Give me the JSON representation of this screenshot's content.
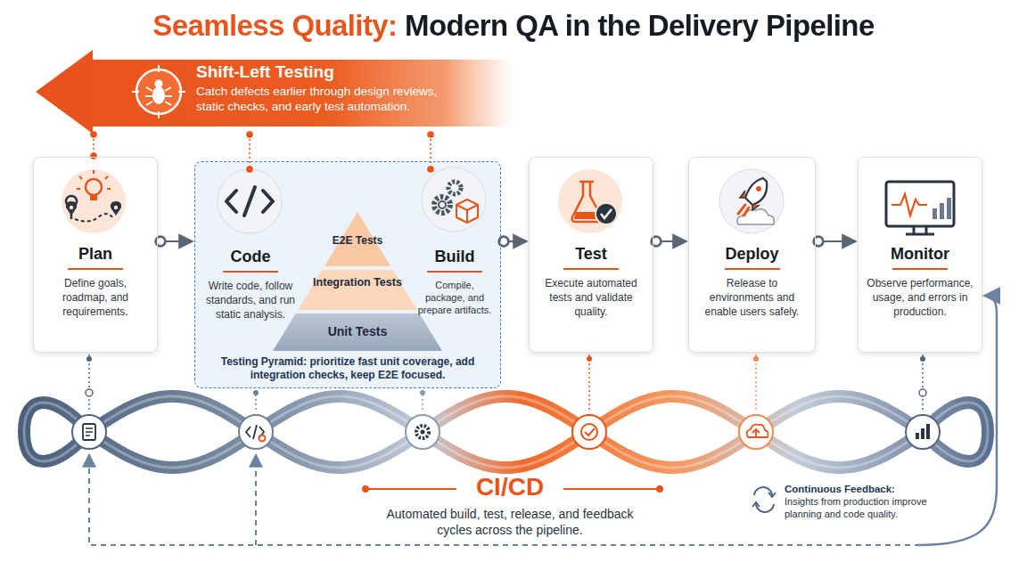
{
  "diagram": {
    "title": "Seamless Quality: Modern QA in the Delivery Pipeline",
    "nodes": [
      {
        "text": [
          "Shift-Left Testing",
          "Catch defects earlier through design reviews, static checks, and early test automation."
        ]
      },
      {
        "text": [
          "Plan",
          "Define goals, roadmap, and requirements."
        ]
      },
      {
        "text": [
          "Testing Pyramid: prioritize fast unit coverage, add integration checks, keep E2E focused."
        ]
      },
      {
        "text": [
          "Code",
          "Write code, follow standards, and run static analysis."
        ],
        "in": 2
      },
      {
        "text": [
          "E2E Tests"
        ],
        "in": 2
      },
      {
        "text": [
          "Integration Tests"
        ],
        "in": 2
      },
      {
        "text": [
          "Unit Tests"
        ],
        "in": 2
      },
      {
        "text": [
          "Build",
          "Compile, package, and prepare artifacts."
        ],
        "in": 2
      },
      {
        "text": [
          "Test",
          "Execute automated tests and validate quality."
        ]
      },
      {
        "text": [
          "Deploy",
          "Release to environments and enable users safely."
        ]
      },
      {
        "text": [
          "Monitor",
          "Observe performance, usage, and errors in production."
        ]
      }
    ],
    "edges": [
      {
        "from": 1,
        "to": 2,
        "arrow": "to"
      },
      {
        "from": 2,
        "to": 8,
        "arrow": "to"
      },
      {
        "from": 8,
        "to": 9,
        "arrow": "to"
      },
      {
        "from": 9,
        "to": 10,
        "arrow": "to"
      },
      {
        "from": 0,
        "to": 1,
        "arrow": "none"
      },
      {
        "from": 0,
        "to": 3,
        "arrow": "none"
      },
      {
        "from": 0,
        "to": 7,
        "arrow": "none"
      }
    ],
    "labels": [
      "CI/CD",
      "Automated build, test, release, and feedback cycles across the pipeline.",
      "Continuous Feedback:",
      "Insights from production improve planning and code quality."
    ]
  }
}
